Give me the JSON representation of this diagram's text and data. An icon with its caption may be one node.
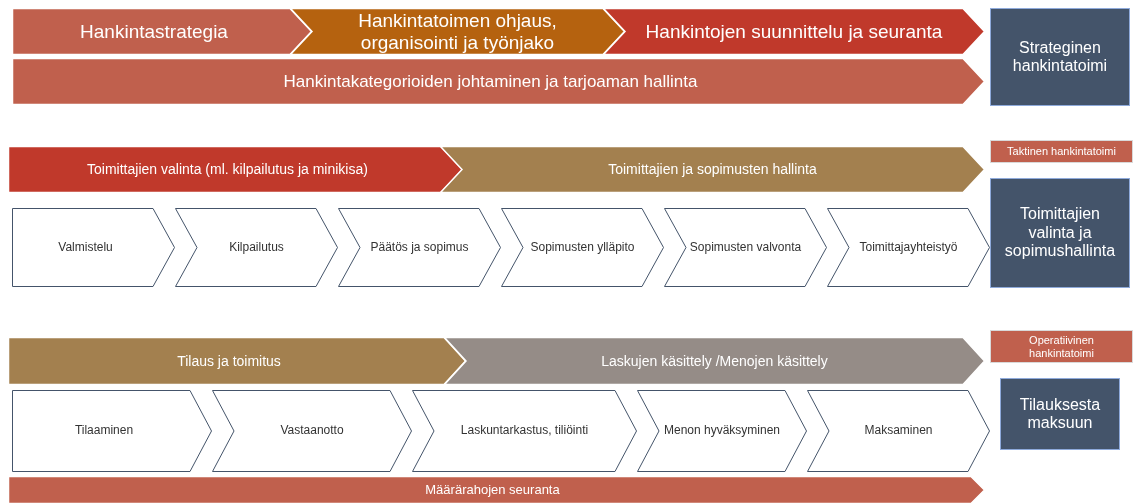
{
  "diagram": {
    "nodes": [
      {
        "text": [
          "Hankintastrategia"
        ]
      },
      {
        "text": [
          "Hankintatoimen ohjaus, organisointi ja työnjako"
        ]
      },
      {
        "text": [
          "Hankintojen suunnittelu ja seuranta"
        ]
      },
      {
        "text": [
          "Strateginen hankintatoimi"
        ]
      },
      {
        "text": [
          "Hankintakategorioiden johtaminen ja tarjoaman hallinta"
        ]
      },
      {
        "text": [
          "Toimittajien valinta (ml. kilpailutus ja minikisa)"
        ]
      },
      {
        "text": [
          "Toimittajien ja sopimusten hallinta"
        ]
      },
      {
        "text": [
          "Taktinen hankintatoimi"
        ]
      },
      {
        "text": [
          "Valmistelu"
        ]
      },
      {
        "text": [
          "Kilpailutus"
        ]
      },
      {
        "text": [
          "Päätös ja sopimus"
        ]
      },
      {
        "text": [
          "Sopimusten ylläpito"
        ]
      },
      {
        "text": [
          "Sopimusten valvonta"
        ]
      },
      {
        "text": [
          "Toimittajayhteistyö"
        ]
      },
      {
        "text": [
          "Toimittajien valinta ja sopimushallinta"
        ]
      },
      {
        "text": [
          "Tilaus ja toimitus"
        ]
      },
      {
        "text": [
          "Laskujen käsittely /Menojen käsittely"
        ]
      },
      {
        "text": [
          "Operatiivinen hankintatoimi"
        ]
      },
      {
        "text": [
          "Tilaaminen"
        ]
      },
      {
        "text": [
          "Vastaanotto"
        ]
      },
      {
        "text": [
          "Laskuntarkastus, tiliöinti"
        ]
      },
      {
        "text": [
          "Menon hyväksyminen"
        ]
      },
      {
        "text": [
          "Maksaminen"
        ]
      },
      {
        "text": [
          "Tilauksesta maksuun"
        ]
      },
      {
        "text": [
          "Määrärahojen seuranta"
        ]
      }
    ],
    "edges": []
  }
}
